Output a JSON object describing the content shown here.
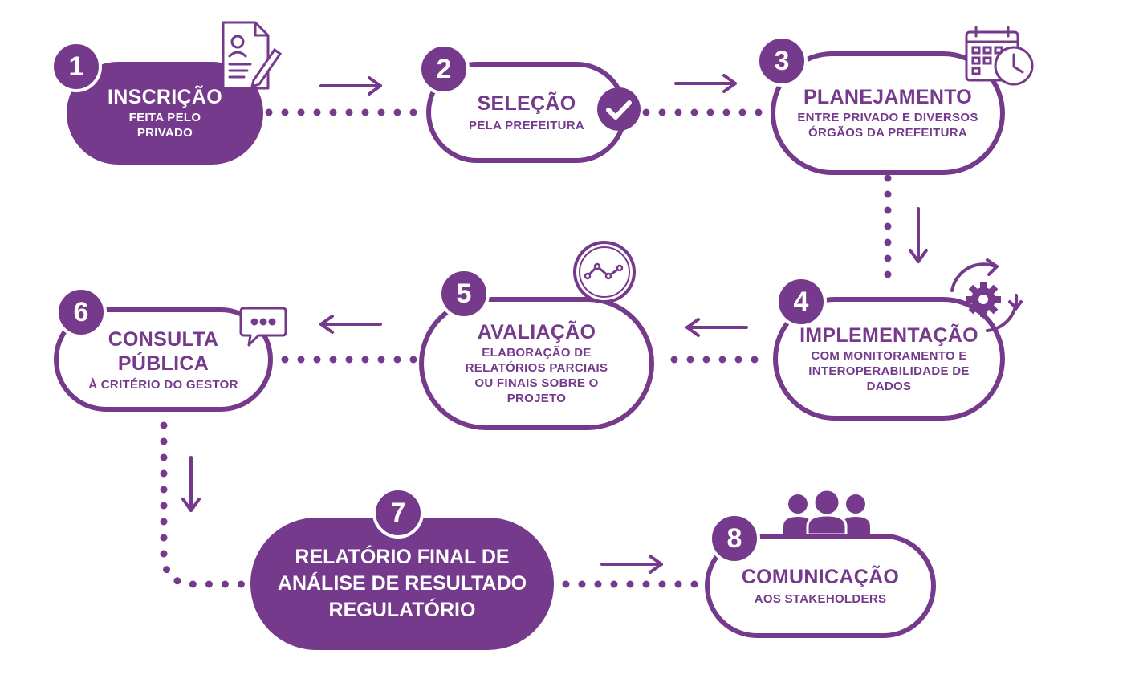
{
  "steps": [
    {
      "number": "1",
      "title": "INSCRIÇÃO",
      "subtitle": "FEITA PELO\nPRIVADO",
      "icon": "document-signature-icon"
    },
    {
      "number": "2",
      "title": "SELEÇÃO",
      "subtitle": "PELA PREFEITURA",
      "icon": "check-circle-icon"
    },
    {
      "number": "3",
      "title": "PLANEJAMENTO",
      "subtitle": "ENTRE PRIVADO E DIVERSOS\nÓRGÃOS DA PREFEITURA",
      "icon": "calendar-clock-icon"
    },
    {
      "number": "4",
      "title": "IMPLEMENTAÇÃO",
      "subtitle": "COM MONITORAMENTO E\nINTEROPERABILIDADE DE\nDADOS",
      "icon": "gear-cycle-icon"
    },
    {
      "number": "5",
      "title": "AVALIAÇÃO",
      "subtitle": "ELABORAÇÃO DE\nRELATÓRIOS PARCIAIS\nOU FINAIS SOBRE O\nPROJETO",
      "icon": "line-chart-icon"
    },
    {
      "number": "6",
      "title": "CONSULTA\nPÚBLICA",
      "subtitle": "À CRITÉRIO DO GESTOR",
      "icon": "chat-bubble-icon"
    },
    {
      "number": "7",
      "title": "RELATÓRIO FINAL DE\nANÁLISE DE RESULTADO\nREGULATÓRIO",
      "subtitle": "",
      "icon": ""
    },
    {
      "number": "8",
      "title": "COMUNICAÇÃO",
      "subtitle": "AOS STAKEHOLDERS",
      "icon": "people-group-icon"
    }
  ],
  "colors": {
    "accent": "#753a8c",
    "background": "#ffffff"
  }
}
